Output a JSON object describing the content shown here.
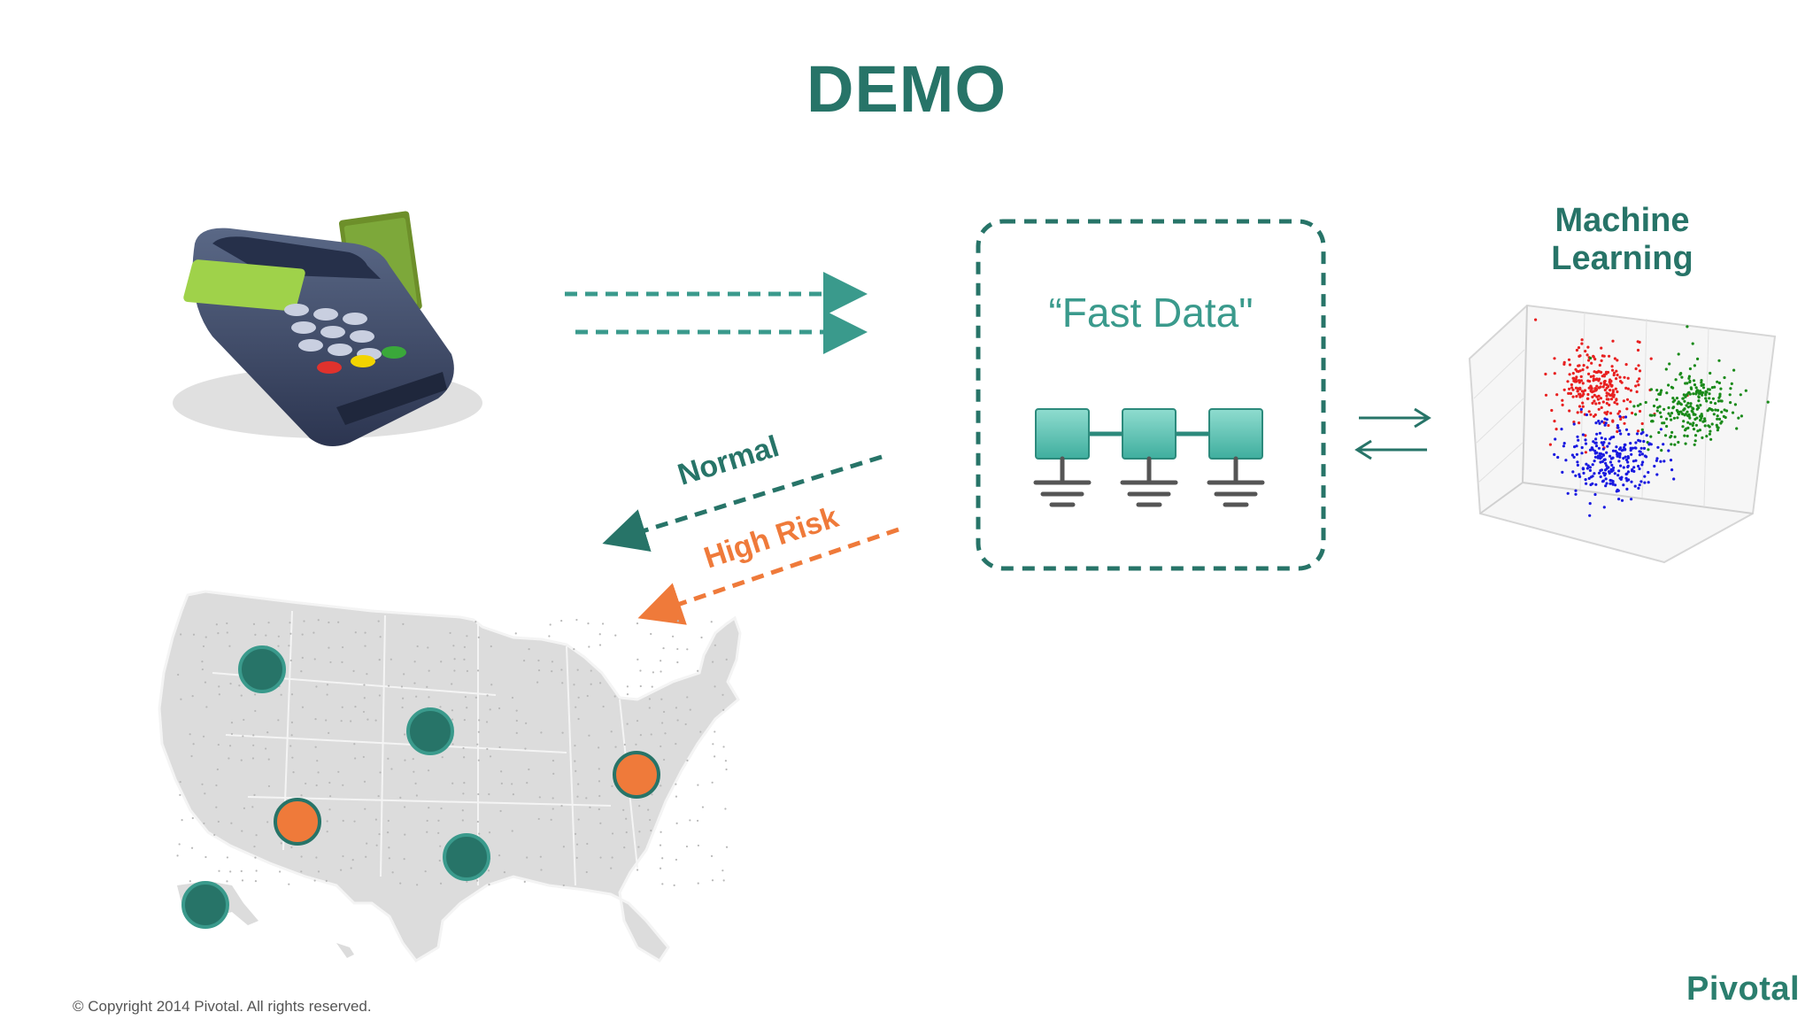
{
  "slide": {
    "title": "DEMO",
    "fast_data_label": "“Fast Data\"",
    "machine_learning_label": [
      "Machine",
      "Learning"
    ],
    "normal_label": "Normal",
    "high_risk_label": "High Risk",
    "copyright": "© Copyright 2014 Pivotal. All rights reserved.",
    "brand": "Pivotal"
  },
  "colors": {
    "teal": "#277468",
    "teal_light": "#3a9a8c",
    "orange": "#ef7a3a",
    "map_gray": "#dcdcdc",
    "node_fill": "#5ec4b6"
  },
  "icons": {
    "card_terminal": "credit-card-terminal-icon",
    "network": "network-nodes-icon",
    "scatter": "3d-scatter-plot-icon",
    "map": "usa-map-icon"
  },
  "map_markers": [
    {
      "state": "Montana",
      "risk": "normal"
    },
    {
      "state": "South Dakota",
      "risk": "normal"
    },
    {
      "state": "Arizona",
      "risk": "high"
    },
    {
      "state": "Texas",
      "risk": "normal"
    },
    {
      "state": "Virginia",
      "risk": "high"
    },
    {
      "state": "Alaska",
      "risk": "normal"
    }
  ]
}
